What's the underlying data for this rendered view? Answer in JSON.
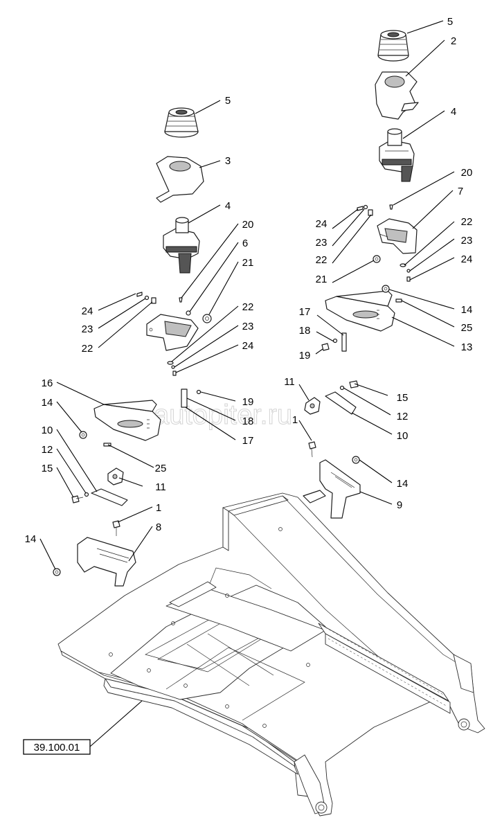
{
  "callouts": {
    "c5_right": "5",
    "c2": "2",
    "c4_right": "4",
    "c20_right": "20",
    "c7": "7",
    "c24_rt": "24",
    "c23_rt": "23",
    "c22_rt": "22",
    "c21_right": "21",
    "c22_rr": "22",
    "c23_rr": "23",
    "c24_rr": "24",
    "c14_rt": "14",
    "c25_right": "25",
    "c13": "13",
    "c17_right": "17",
    "c18_right": "18",
    "c19_right": "19",
    "c11_right": "11",
    "c1_right": "1",
    "c15_right": "15",
    "c12_right": "12",
    "c10_right": "10",
    "c14_rb": "14",
    "c9": "9",
    "c5_left": "5",
    "c3": "3",
    "c4_left": "4",
    "c20_left": "20",
    "c6": "6",
    "c21_left": "21",
    "c24_lt": "24",
    "c23_lt": "23",
    "c22_lt": "22",
    "c22_lr": "22",
    "c23_lr": "23",
    "c24_lr": "24",
    "c16": "16",
    "c14_lt": "14",
    "c19_left": "19",
    "c18_left": "18",
    "c17_left": "17",
    "c10_left": "10",
    "c12_left": "12",
    "c15_left": "15",
    "c25_left": "25",
    "c11_left": "11",
    "c1_left": "1",
    "c8": "8",
    "c14_lb": "14"
  },
  "reference": {
    "label": "39.100.01"
  },
  "watermark": {
    "text": "autopiter.ru"
  }
}
